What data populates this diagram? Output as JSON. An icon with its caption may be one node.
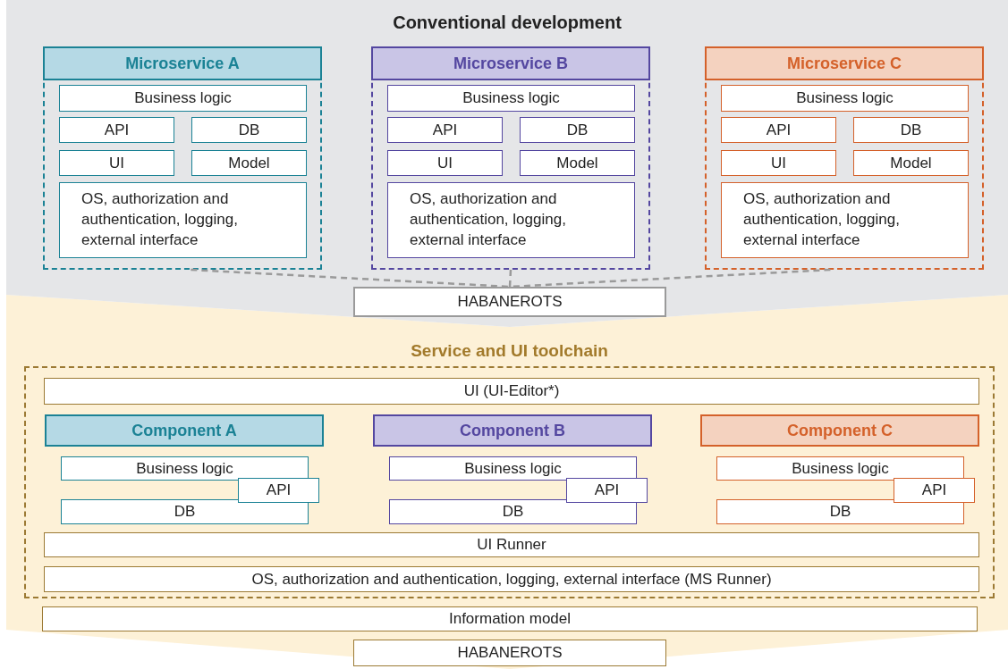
{
  "diagram": {
    "nodes": [
      {
        "text": [
          "Conventional development"
        ]
      },
      {
        "text": [],
        "shape": "box",
        "in": 0
      },
      {
        "text": [
          "Microservice A"
        ],
        "in": 1
      },
      {
        "text": [
          "Business logic"
        ],
        "in": 1
      },
      {
        "text": [
          "API"
        ],
        "in": 1
      },
      {
        "text": [
          "DB"
        ],
        "in": 1
      },
      {
        "text": [
          "UI"
        ],
        "in": 1
      },
      {
        "text": [
          "Model"
        ],
        "in": 1
      },
      {
        "text": [
          "OS, authorization and authentication, logging, external interface"
        ],
        "in": 1
      },
      {
        "text": [],
        "shape": "box",
        "in": 0
      },
      {
        "text": [
          "Microservice B"
        ],
        "in": 9
      },
      {
        "text": [
          "Business logic"
        ],
        "in": 9
      },
      {
        "text": [
          "API"
        ],
        "in": 9
      },
      {
        "text": [
          "DB"
        ],
        "in": 9
      },
      {
        "text": [
          "UI"
        ],
        "in": 9
      },
      {
        "text": [
          "Model"
        ],
        "in": 9
      },
      {
        "text": [
          "OS, authorization and authentication, logging, external interface"
        ],
        "in": 9
      },
      {
        "text": [],
        "shape": "box",
        "in": 0
      },
      {
        "text": [
          "Microservice C"
        ],
        "in": 17
      },
      {
        "text": [
          "Business logic"
        ],
        "in": 17
      },
      {
        "text": [
          "API"
        ],
        "in": 17
      },
      {
        "text": [
          "DB"
        ],
        "in": 17
      },
      {
        "text": [
          "UI"
        ],
        "in": 17
      },
      {
        "text": [
          "Model"
        ],
        "in": 17
      },
      {
        "text": [
          "OS, authorization and authentication, logging, external interface"
        ],
        "in": 17
      },
      {
        "text": [
          "HABANEROTS"
        ],
        "in": 0
      },
      {
        "text": [
          "Service and UI toolchain"
        ]
      },
      {
        "text": [
          "UI (UI-Editor*)"
        ],
        "in": 26
      },
      {
        "text": [
          "Component A"
        ],
        "in": 26
      },
      {
        "text": [
          "Business logic"
        ],
        "in": 26
      },
      {
        "text": [
          "API"
        ],
        "in": 26
      },
      {
        "text": [
          "DB"
        ],
        "in": 26
      },
      {
        "text": [
          "Component B"
        ],
        "in": 26
      },
      {
        "text": [
          "Business logic"
        ],
        "in": 26
      },
      {
        "text": [
          "API"
        ],
        "in": 26
      },
      {
        "text": [
          "DB"
        ],
        "in": 26
      },
      {
        "text": [
          "Component C"
        ],
        "in": 26
      },
      {
        "text": [
          "Business logic"
        ],
        "in": 26
      },
      {
        "text": [
          "API"
        ],
        "in": 26
      },
      {
        "text": [
          "DB"
        ],
        "in": 26
      },
      {
        "text": [
          "UI Runner"
        ],
        "in": 26
      },
      {
        "text": [
          "OS, authorization and authentication, logging, external interface (MS Runner)"
        ],
        "in": 26
      },
      {
        "text": [
          "Information model"
        ]
      },
      {
        "text": [
          "HABANEROTS"
        ]
      }
    ],
    "edges": [
      {
        "from": 1,
        "to": 25,
        "arrow": "none",
        "style": "dashed"
      },
      {
        "from": 9,
        "to": 25,
        "arrow": "none",
        "style": "dashed"
      },
      {
        "from": 17,
        "to": 25,
        "arrow": "none",
        "style": "dashed"
      }
    ]
  }
}
